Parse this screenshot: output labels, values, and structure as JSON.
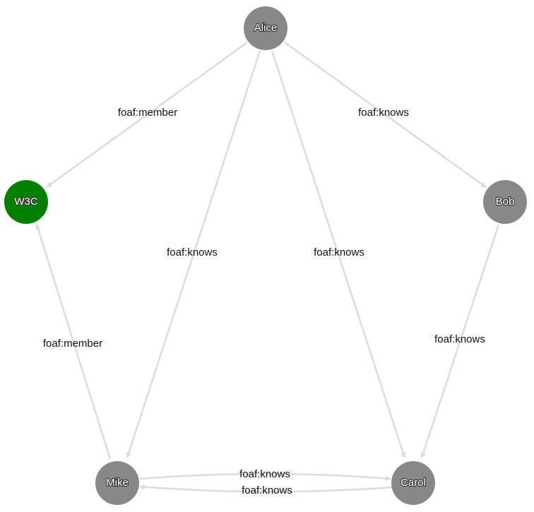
{
  "graph": {
    "nodes": [
      {
        "id": "alice",
        "label": "Alice",
        "color": "#888888"
      },
      {
        "id": "w3c",
        "label": "W3C",
        "color": "#008000"
      },
      {
        "id": "bob",
        "label": "Bob",
        "color": "#888888"
      },
      {
        "id": "mike",
        "label": "Mike",
        "color": "#888888"
      },
      {
        "id": "carol",
        "label": "Carol",
        "color": "#888888"
      }
    ],
    "edges": [
      {
        "id": "alice-w3c",
        "from": "alice",
        "to": "w3c",
        "label": "foaf:member"
      },
      {
        "id": "alice-bob",
        "from": "alice",
        "to": "bob",
        "label": "foaf:knows"
      },
      {
        "id": "alice-mike",
        "from": "alice",
        "to": "mike",
        "label": "foaf:knows"
      },
      {
        "id": "alice-carol",
        "from": "alice",
        "to": "carol",
        "label": "foaf:knows"
      },
      {
        "id": "bob-carol",
        "from": "bob",
        "to": "carol",
        "label": "foaf:knows"
      },
      {
        "id": "mike-w3c",
        "from": "mike",
        "to": "w3c",
        "label": "foaf:member"
      },
      {
        "id": "mike-carol",
        "from": "mike",
        "to": "carol",
        "label": "foaf:knows"
      },
      {
        "id": "carol-mike",
        "from": "carol",
        "to": "mike",
        "label": "foaf:knows"
      }
    ],
    "edge_color": "#dcdcdc"
  }
}
